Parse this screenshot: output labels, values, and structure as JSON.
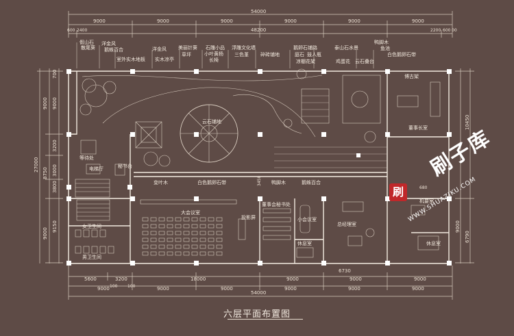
{
  "title": "六层平面布置图",
  "watermark": {
    "text": "刷子库",
    "url": "WWW.SHUAZIKU.COM",
    "badge": "刷"
  },
  "dims_top": {
    "total": "54000",
    "row1": [
      "9000",
      "9000",
      "9000",
      "9000",
      "9000",
      "9000"
    ],
    "inner_total": "48200",
    "left_small": [
      "600",
      "2400"
    ],
    "right_small": [
      "2200",
      "600",
      "00"
    ]
  },
  "dims_bottom": {
    "row1": [
      "5600",
      "3200",
      "18000",
      "9000",
      "9000",
      "9000"
    ],
    "row1b": [
      "100",
      "100"
    ],
    "row2": [
      "9000",
      "9000",
      "9000",
      "9000",
      "9000",
      "9000"
    ],
    "small": "6730",
    "total": "54000"
  },
  "dims_left": [
    "700",
    "9000",
    "9000",
    "3200",
    "27000",
    "3000",
    "8750",
    "3800",
    "9150",
    "9000"
  ],
  "dims_right": [
    "10450",
    "6790",
    "9000"
  ],
  "labels": {
    "jiashan": "假山石",
    "sanwei": "散尾葵",
    "yangjinfeng1": "洋金风",
    "baihe1": "鹅蛛百合",
    "shiwai": "室外实木地板",
    "yangjinfeng2": "洋金风",
    "shimu": "实木凉亭",
    "meilizhen": "美丽针葵",
    "caoping": "草坪",
    "diaosu": "石雕小品",
    "xiaoye": "小叶黄杨",
    "changyi": "长椅",
    "fudiao": "浮雕文化墙",
    "sansedai": "三色堇",
    "suisui": "碎砖铺地",
    "eluanshi": "鹅卵石铺路",
    "tingshi": "庭石",
    "gudi": "鼓人瓶",
    "liangpeng": "凉棚花架",
    "taishan": "泰山石水景",
    "jidan": "鸡蛋花",
    "yunshi": "云石叠台",
    "yajiao": "鸭脚木",
    "yuchi": "鱼池",
    "baise1": "白色鹅卵石带",
    "yunshipudi": "云石铺地",
    "dengdai": "等待处",
    "dianti": "电梯厅",
    "mishutai": "秘书台",
    "bianyemu": "变叶木",
    "baise2": "白色鹅卵石带",
    "yajiao2": "鸭脚木",
    "baihe2": "鹅蛛百合",
    "dahuiyi": "大会议室",
    "toupingying": "投影屏",
    "dongshihui": "董事会秘书处",
    "xiaohuiyi": "小会议室",
    "zongjingli": "总经理室",
    "xiuxi1": "休息室",
    "xiuxi2": "休息室",
    "nvwei": "女卫生间",
    "nanwei": "男卫生间",
    "dongshizhang": "董事长室",
    "jinianshi": "博古架",
    "jiyaoshi": "机要室",
    "d3450": "3450",
    "d680": "680"
  }
}
